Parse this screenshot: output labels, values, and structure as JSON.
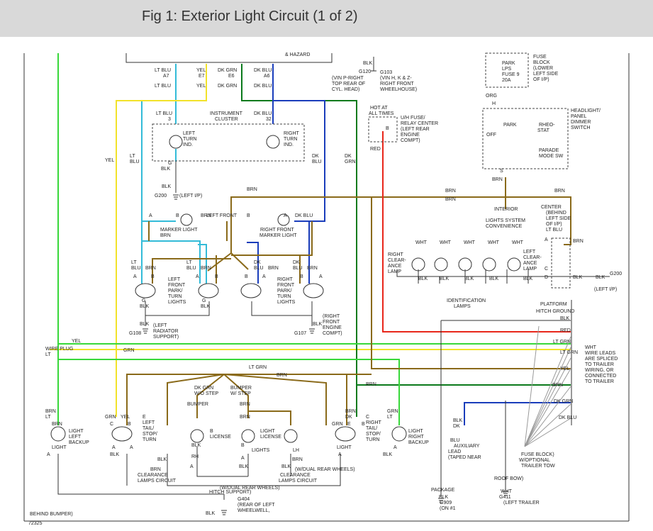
{
  "header": {
    "title": "Fig 1: Exterior Light Circuit (1 of 2)"
  },
  "colors": {
    "lt_blu": "#33bbd8",
    "dk_blu": "#1a3dbb",
    "yel": "#f2e22a",
    "dk_grn": "#0b7a1c",
    "lt_grn": "#38d83a",
    "brn": "#8a6a1a",
    "red": "#e8261a",
    "blk": "#333333",
    "wht": "#aaaaaa",
    "org": "#333333"
  },
  "wire_labels": [
    "& HAZARD",
    "LT BLU",
    "A7",
    "LT BLU",
    "YEL",
    "E7",
    "YEL",
    "DK GRN",
    "E6",
    "DK GRN",
    "DK BLU",
    "A6",
    "DK BLU",
    "BLK",
    "G120",
    "G103",
    "(VIN P-RIGHT",
    "TOP REAR OF",
    "CYL. HEAD)",
    "(VIN H, K & Z-",
    "RIGHT FRONT",
    "WHEELHOUSE)",
    "FUSE",
    "BLOCK",
    "(LOWER",
    "LEFT SIDE",
    "OF I/P)",
    "PARK",
    "LPS",
    "FUSE 9",
    "20A",
    "ORG",
    "H",
    "HOT AT",
    "ALL TIMES",
    "U/H FUSE/",
    "RELAY CENTER",
    "(LEFT REAR",
    "ENGINE",
    "COMPT)",
    "B",
    "RED",
    "HEADLIGHT/",
    "PANEL",
    "DIMMER",
    "SWITCH",
    "PARK",
    "RHEO-",
    "STAT",
    "OFF",
    "PARADE",
    "MODE SW",
    "S",
    "BRN",
    "LT BLU",
    "INSTRUMENT",
    "CLUSTER",
    "DK BLU",
    "3",
    "32",
    "LEFT",
    "TURN",
    "IND.",
    "RIGHT",
    "TURN",
    "IND.",
    "G",
    "BLK",
    "BLK",
    "G200",
    "(LEFT I/P)",
    "YEL",
    "LT",
    "BLU",
    "DK",
    "BLU",
    "DK",
    "GRN",
    "BRN",
    "BRN",
    "BRN",
    "BRN",
    "INTERIOR",
    "LIGHTS SYSTEM",
    "CONVENIENCE",
    "CENTER",
    "(BEHIND",
    "LEFT SIDE",
    "OF I/P)",
    "LT BLU",
    "A",
    "B",
    "BRN",
    "LEFT FRONT",
    "MARKER LIGHT",
    "BRN",
    "B",
    "A",
    "DK BLU",
    "RIGHT FRONT",
    "MARKER LIGHT",
    "WHT",
    "WHT",
    "WHT",
    "WHT",
    "WHT",
    "RIGHT",
    "CLEAR-",
    "ANCE",
    "LAMP",
    "LEFT",
    "CLEAR-",
    "ANCE",
    "LAMP",
    "A",
    "C",
    "BRN",
    "D",
    "BLK",
    "BLK",
    "G200",
    "(LEFT I/P)",
    "BLK",
    "BLK",
    "BLK",
    "BLK",
    "BLK",
    "IDENTIFICATION",
    "LAMPS",
    "LT",
    "BLU",
    "BRN",
    "LT",
    "BLU",
    "BRN",
    "DK",
    "BLU",
    "BRN",
    "DK",
    "BLU",
    "BRN",
    "A",
    "B",
    "A",
    "B",
    "B",
    "A",
    "B",
    "A",
    "LEFT",
    "FRONT",
    "PARK/",
    "TURN",
    "LIGHTS",
    "RIGHT",
    "FRONT",
    "PARK/",
    "TURN",
    "LIGHTS",
    "G",
    "BLK",
    "G",
    "BLK",
    "BLK",
    "BLK",
    "G108",
    "(LEFT",
    "RADIATOR",
    "SUPPORT)",
    "G107",
    "(RIGHT",
    "FRONT",
    "ENGINE",
    "COMPT)",
    "PLATFORM",
    "HITCH GROUND",
    "BLK",
    "RED",
    "LT GRN",
    "LT GRN",
    "YEL",
    "BRN",
    "DK GRN",
    "DK BLU",
    "WHT",
    "WIRE LEADS",
    "ARE SPLICED",
    "TO TRAILER",
    "WIRING, OR",
    "CONNECTED",
    "TO TRAILER",
    "WIRE PLUG",
    "LT",
    "GRN",
    "YEL",
    "LT GRN",
    "BRN",
    "BRN",
    "DK GRN",
    "W/O STEP",
    "BUMPER",
    "W/ STEP",
    "BUMPER",
    "BRN",
    "BRN",
    "BRN",
    "LT",
    "GRN",
    "YEL",
    "BRN",
    "C",
    "B",
    "E",
    "LEFT",
    "TAIL/",
    "STOP/",
    "TURN",
    "LIGHT",
    "LEFT",
    "BACKUP",
    "LIGHT",
    "A",
    "A",
    "A",
    "BLK",
    "BLK",
    "B",
    "B",
    "LICENSE",
    "LIGHT",
    "LICENSE",
    "LIGHTS",
    "LH",
    "RH",
    "A",
    "A",
    "BLK",
    "BLK",
    "BRN",
    "DK",
    "GRN",
    "LT",
    "GRN",
    "E",
    "B",
    "C",
    "RIGHT",
    "TAIL/",
    "STOP/",
    "TURN",
    "LIGHT",
    "RIGHT",
    "BACKUP",
    "LIGHT",
    "A",
    "A",
    "BLK",
    "BLK",
    "BRN",
    "BRN",
    "CLEARANCE",
    "LAMPS CIRCUIT",
    "(W/DUAL REAR WHEELS)",
    "CLEARANCE",
    "LAMPS CIRCUIT",
    "(W/DUAL REAR WHEELS)",
    "BLK",
    "DK",
    "BLU",
    "AUXILIARY",
    "LEAD",
    "(TAPED NEAR",
    "FUSE BLOCK)",
    "W/OPTIONAL",
    "TRAILER TOW",
    "PACKAGE",
    "BLK",
    "G909",
    "(ON #1",
    "ROOF BOW)",
    "WHT",
    "G411",
    "(LEFT TRAILER",
    "HITCH SUPPORT)",
    "BLK",
    "G404",
    "(REAR OF LEFT",
    "WHEELWELL,",
    "BEHIND BUMPER)",
    "72325"
  ]
}
